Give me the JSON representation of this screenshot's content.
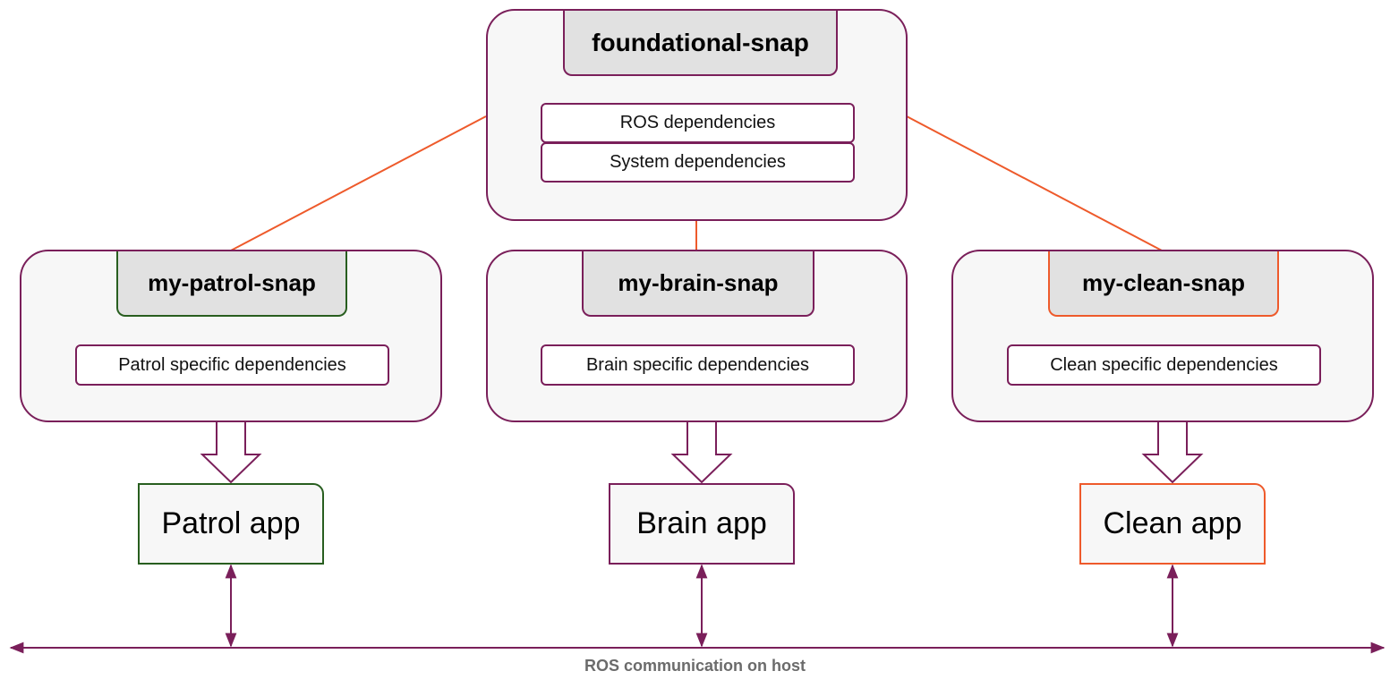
{
  "foundational": {
    "title": "foundational-snap",
    "deps": [
      "ROS dependencies",
      "System dependencies"
    ]
  },
  "snaps": [
    {
      "title": "my-patrol-snap",
      "dep": "Patrol specific dependencies",
      "app": "Patrol app",
      "accent": "#285e1f"
    },
    {
      "title": "my-brain-snap",
      "dep": "Brain specific dependencies",
      "app": "Brain app",
      "accent": "#7a1f5a"
    },
    {
      "title": "my-clean-snap",
      "dep": "Clean specific dependencies",
      "app": "Clean app",
      "accent": "#ee5a2b"
    }
  ],
  "bus": {
    "label": "ROS communication on host"
  },
  "colors": {
    "border": "#7a1f5a",
    "link": "#ee5a2b",
    "box_fill": "#f7f7f7",
    "tab_fill": "#e1e1e1",
    "caption": "#6b6b6b"
  }
}
